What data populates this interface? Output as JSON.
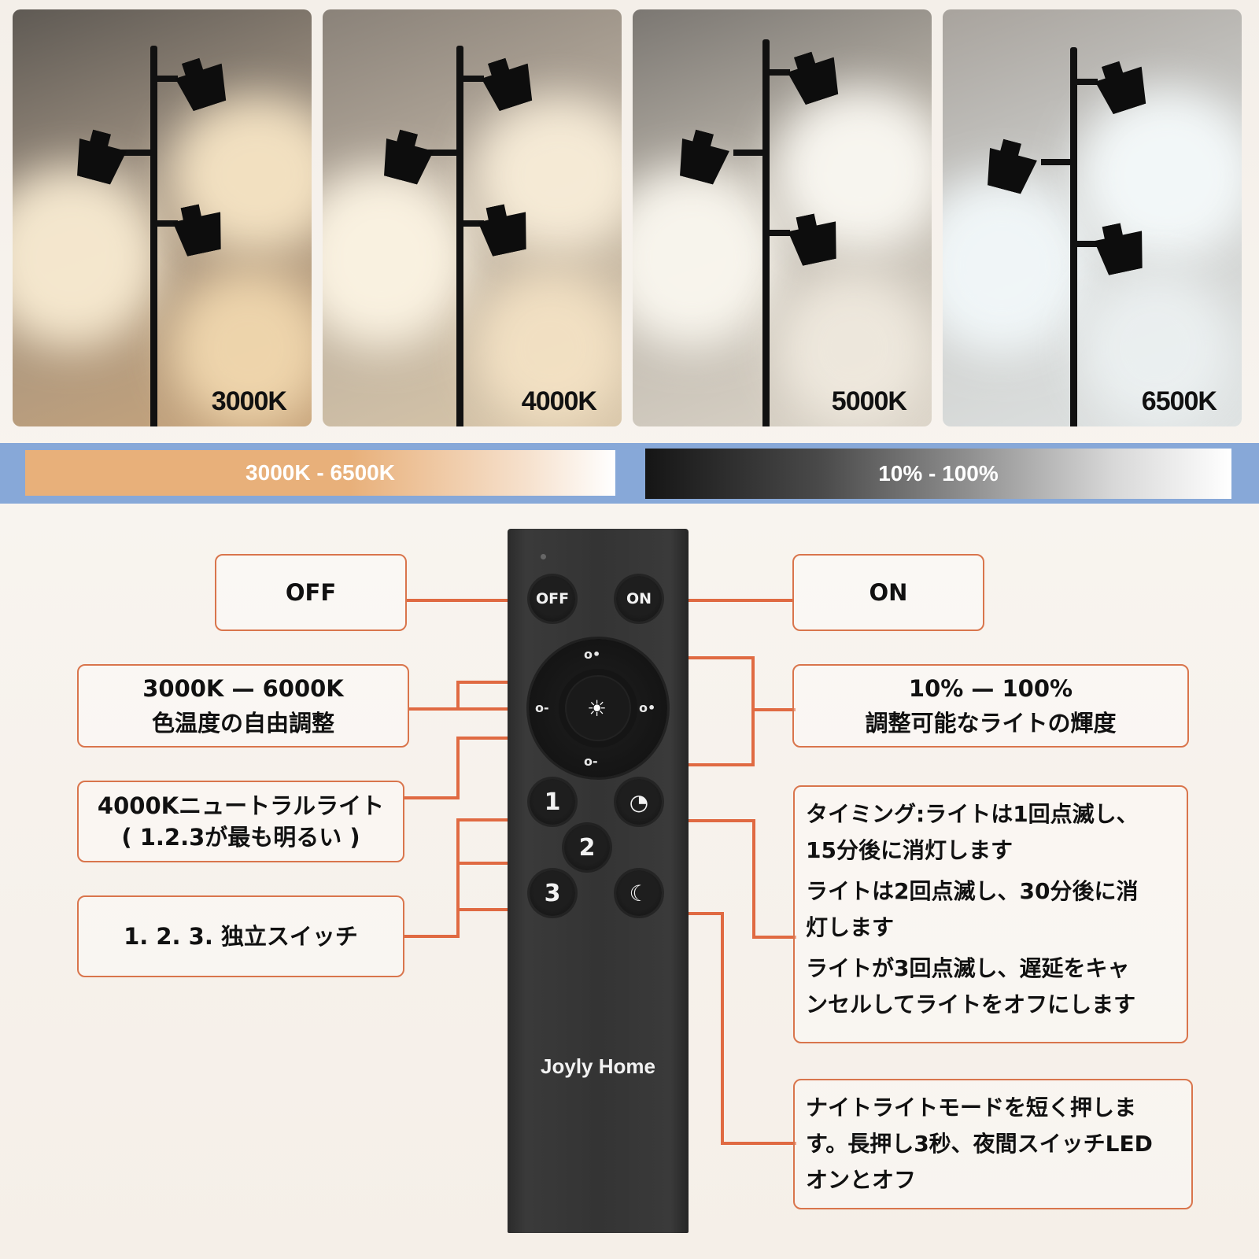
{
  "color_temperature_panels": [
    {
      "label": "3000K",
      "bg_top": "#5f5a54",
      "bg_bottom": "#c8a57c",
      "glow": "#fdf0d6"
    },
    {
      "label": "4000K",
      "bg_top": "#8a8279",
      "bg_bottom": "#d9c7aa",
      "glow": "#fdf5e4"
    },
    {
      "label": "5000K",
      "bg_top": "#7b7772",
      "bg_bottom": "#dcd5c9",
      "glow": "#fbf8f0"
    },
    {
      "label": "6500K",
      "bg_top": "#a8a39d",
      "bg_bottom": "#dfe3e3",
      "glow": "#f2f8fa"
    }
  ],
  "range_bars": {
    "color_range": {
      "label": "3000K - 6500K",
      "from": "#e8b07a",
      "to": "#ffffff"
    },
    "brightness_range": {
      "label": "10% - 100%",
      "from": "#1c1c1c",
      "to": "#ffffff"
    },
    "band_color": "#87a8d8"
  },
  "remote": {
    "brand": "Joyly Home",
    "buttons": {
      "off": "OFF",
      "on": "ON",
      "one": "1",
      "two": "2",
      "three": "3",
      "brightness_up": "o•",
      "brightness_down": "o-",
      "warmer": "o-",
      "cooler": "o•",
      "center": "☀",
      "timer": "◔",
      "night": "☾"
    }
  },
  "callouts": {
    "off": {
      "lines": [
        "OFF"
      ]
    },
    "on": {
      "lines": [
        "ON"
      ]
    },
    "color_temp": {
      "lines": [
        "3000K — 6000K",
        "色温度の自由調整"
      ]
    },
    "brightness": {
      "lines": [
        "10%  — 100%",
        "調整可能なライトの輝度"
      ]
    },
    "neutral": {
      "lines": [
        "4000Kニュートラルライト",
        "( 1.2.3が最も明るい )"
      ]
    },
    "independent": {
      "lines": [
        "1. 2. 3. 独立スイッチ"
      ]
    },
    "timer": {
      "lines": [
        "タイミング:ライトは1回点滅し、",
        "15分後に消灯します",
        "ライトは2回点滅し、30分後に消",
        "灯します",
        "ライトが3回点滅し、遅延をキャ",
        "ンセルしてライトをオフにします"
      ]
    },
    "night": {
      "lines": [
        "ナイトライトモードを短く押しま",
        "す。長押し3秒、夜間スイッチLED",
        "オンとオフ"
      ]
    }
  },
  "accent_color": "#e06a42"
}
